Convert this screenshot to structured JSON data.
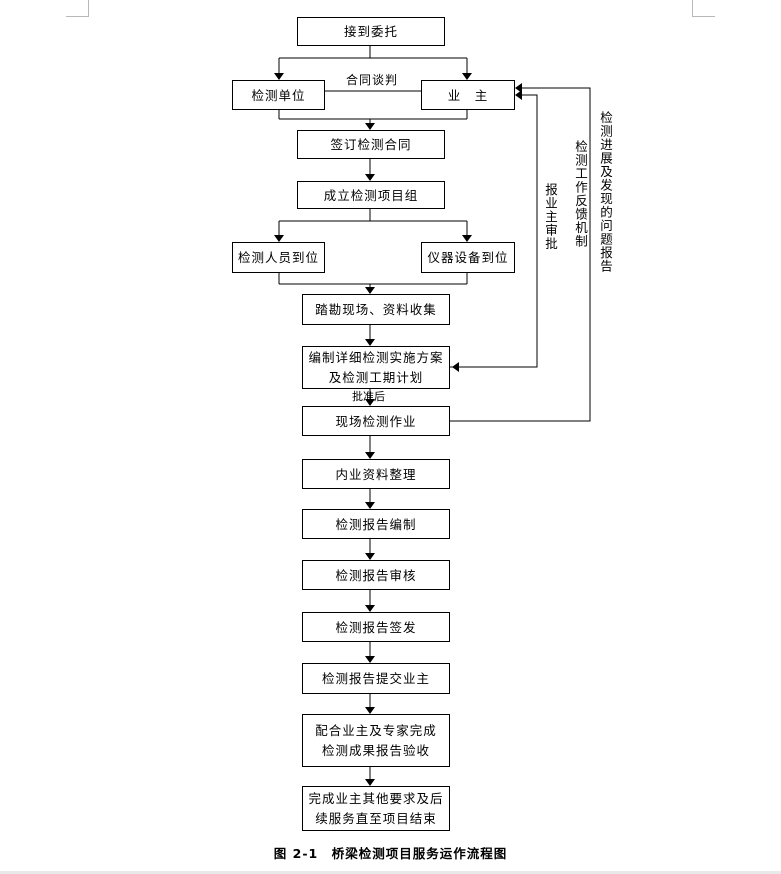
{
  "nodes": {
    "receive": "接到委托",
    "inspection_unit": "检测单位",
    "owner": "业　主",
    "sign_contract": "签订检测合同",
    "form_group": "成立检测项目组",
    "staff_ready": "检测人员到位",
    "equipment_ready": "仪器设备到位",
    "site_survey": "踏勘现场、资料收集",
    "plan_line1": "编制详细检测实施方案",
    "plan_line2": "及检测工期计划",
    "field_work": "现场检测作业",
    "data_sorting": "内业资料整理",
    "report_compile": "检测报告编制",
    "report_review": "检测报告审核",
    "report_issue": "检测报告签发",
    "report_submit": "检测报告提交业主",
    "accept_line1": "配合业主及专家完成",
    "accept_line2": "检测成果报告验收",
    "final_line1": "完成业主其他要求及后",
    "final_line2": "续服务直至项目结束"
  },
  "edge_labels": {
    "negotiation": "合同谈判",
    "after_approval": "批准后",
    "owner_approval": "报业主审批",
    "feedback": "检测工作反馈机制",
    "progress_report": "检测进展及发现的问题报告"
  },
  "caption": "图 2-1　桥梁检测项目服务运作流程图"
}
